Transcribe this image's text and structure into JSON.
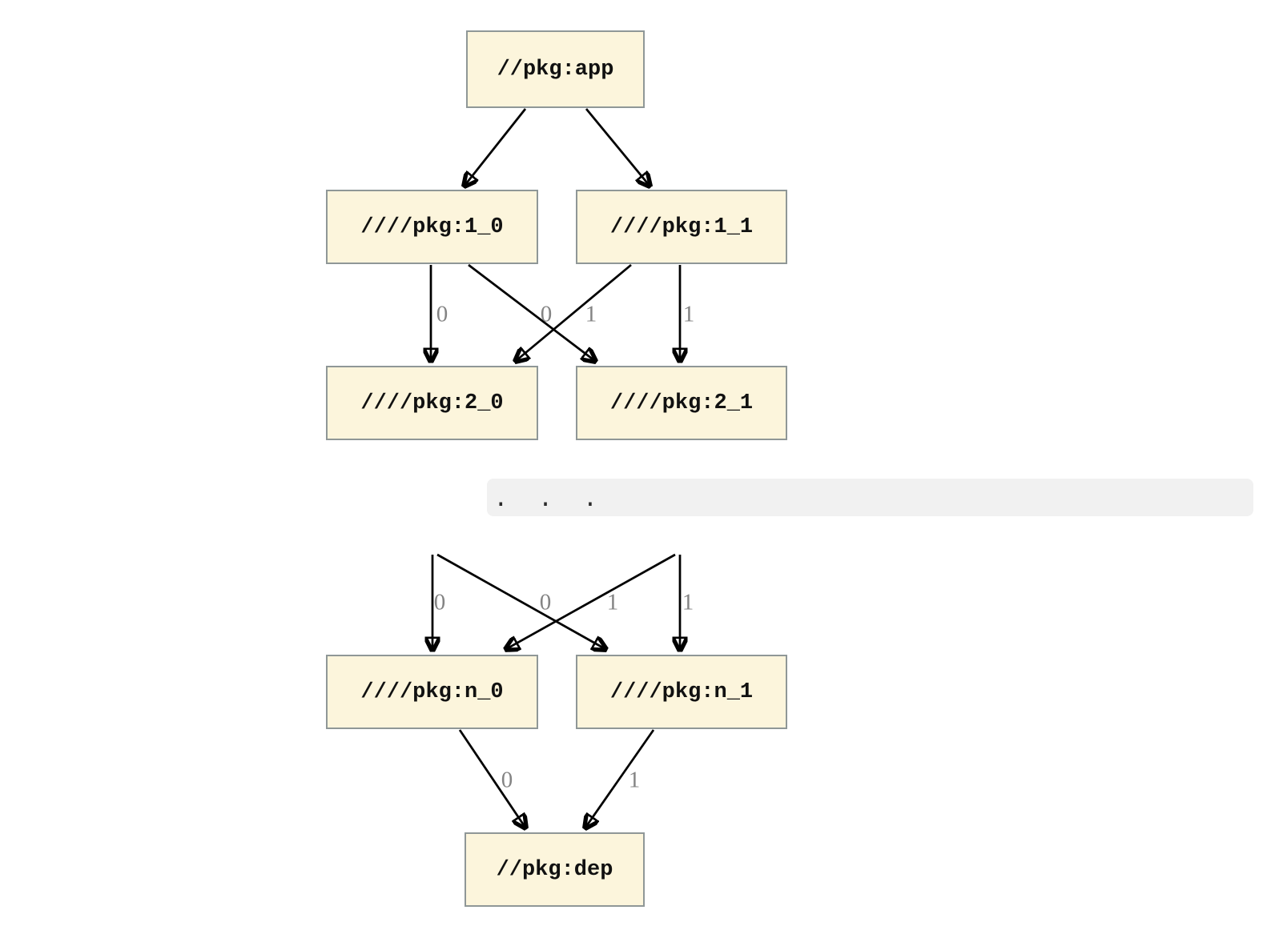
{
  "graph": {
    "type": "dependency-diagram",
    "nodes": [
      {
        "id": "app",
        "label": "//pkg:app"
      },
      {
        "id": "1_0",
        "label": "////pkg:1_0"
      },
      {
        "id": "1_1",
        "label": "////pkg:1_1"
      },
      {
        "id": "2_0",
        "label": "////pkg:2_0"
      },
      {
        "id": "2_1",
        "label": "////pkg:2_1"
      },
      {
        "id": "n_0",
        "label": "////pkg:n_0"
      },
      {
        "id": "n_1",
        "label": "////pkg:n_1"
      },
      {
        "id": "dep",
        "label": "//pkg:dep"
      }
    ],
    "edges": [
      {
        "from": "//pkg:app",
        "to": "////pkg:1_0",
        "label": ""
      },
      {
        "from": "//pkg:app",
        "to": "////pkg:1_1",
        "label": ""
      },
      {
        "from": "////pkg:1_0",
        "to": "////pkg:2_0",
        "label": "0"
      },
      {
        "from": "////pkg:1_1",
        "to": "////pkg:2_0",
        "label": "0"
      },
      {
        "from": "////pkg:1_0",
        "to": "////pkg:2_1",
        "label": "1"
      },
      {
        "from": "////pkg:1_1",
        "to": "////pkg:2_1",
        "label": "1"
      },
      {
        "from": "...",
        "to": "////pkg:n_0",
        "label": "0"
      },
      {
        "from": "...",
        "to": "////pkg:n_0",
        "label": "0"
      },
      {
        "from": "...",
        "to": "////pkg:n_1",
        "label": "1"
      },
      {
        "from": "...",
        "to": "////pkg:n_1",
        "label": "1"
      },
      {
        "from": "////pkg:n_0",
        "to": "//pkg:dep",
        "label": "0"
      },
      {
        "from": "////pkg:n_1",
        "to": "//pkg:dep",
        "label": "1"
      }
    ],
    "ellipsis": ".  .  .",
    "colors": {
      "node_fill": "#fcf5dc",
      "node_border": "#8f9797",
      "edge": "#000000",
      "edge_label": "#848484",
      "ellipsis_bg": "#f1f1f1",
      "ellipsis_text": "#2b2b2b",
      "background": "#ffffff"
    }
  }
}
